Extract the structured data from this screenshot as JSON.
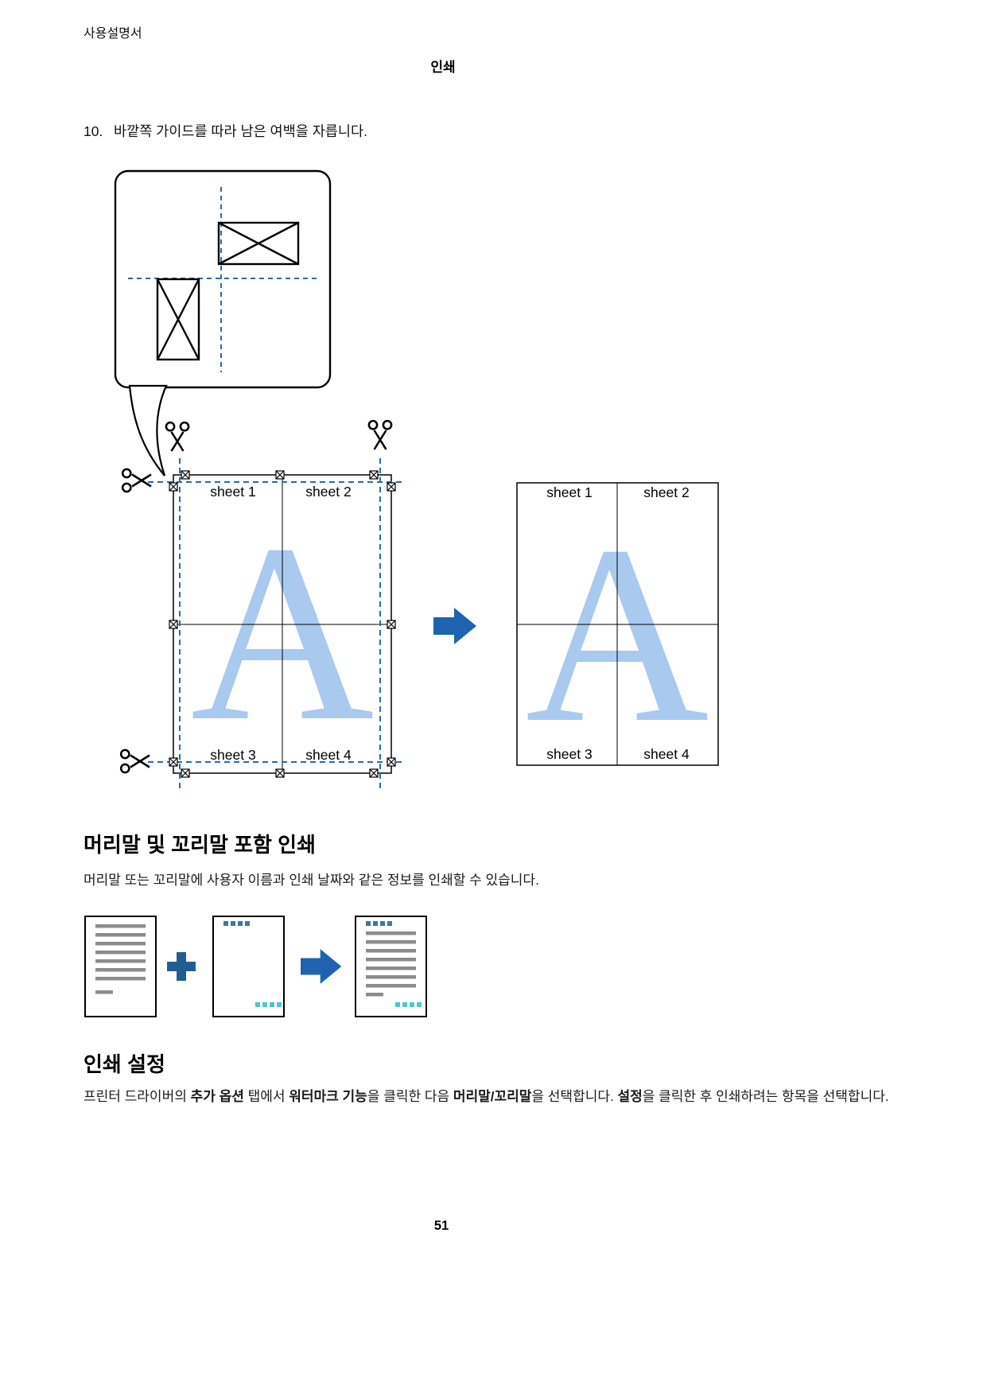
{
  "page": {
    "header_left": "사용설명서",
    "header_center": "인쇄",
    "page_number": "51"
  },
  "step": {
    "number": "10.",
    "text": "바깥쪽 가이드를 따라 남은 여백을 자릅니다."
  },
  "poster": {
    "letter": "A",
    "sheet_labels": [
      "sheet 1",
      "sheet 2",
      "sheet 3",
      "sheet 4"
    ]
  },
  "header_footer_section": {
    "title": "머리말 및 꼬리말 포함 인쇄",
    "body": "머리말 또는 꼬리말에 사용자 이름과 인쇄 날짜와 같은 정보를 인쇄할 수 있습니다."
  },
  "print_settings_section": {
    "title": "인쇄 설정",
    "body_parts": [
      {
        "text": "프린터 드라이버의 ",
        "bold": false
      },
      {
        "text": "추가 옵션",
        "bold": true
      },
      {
        "text": " 탭에서 ",
        "bold": false
      },
      {
        "text": "워터마크 기능",
        "bold": true
      },
      {
        "text": "을 클릭한 다음 ",
        "bold": false
      },
      {
        "text": "머리말/꼬리말",
        "bold": true
      },
      {
        "text": "을 선택합니다. ",
        "bold": false
      },
      {
        "text": "설정",
        "bold": true
      },
      {
        "text": "을 클릭한 후 인쇄하려는 항목을 선택합니다.",
        "bold": false
      }
    ]
  },
  "icons": {
    "scissors": "✂",
    "plus": "+",
    "arrow_right": "→",
    "crop_mark": "⊠"
  },
  "colors": {
    "guide_blue": "#2c6ba5",
    "letter_blue": "#a9c9ef",
    "arrow_blue": "#1f63ae",
    "plus_blue": "#235d8f",
    "header_dash_blue": "#4472a8",
    "footer_dash_teal": "#52c5cb",
    "doc_line_gray": "#8c8c8c"
  }
}
